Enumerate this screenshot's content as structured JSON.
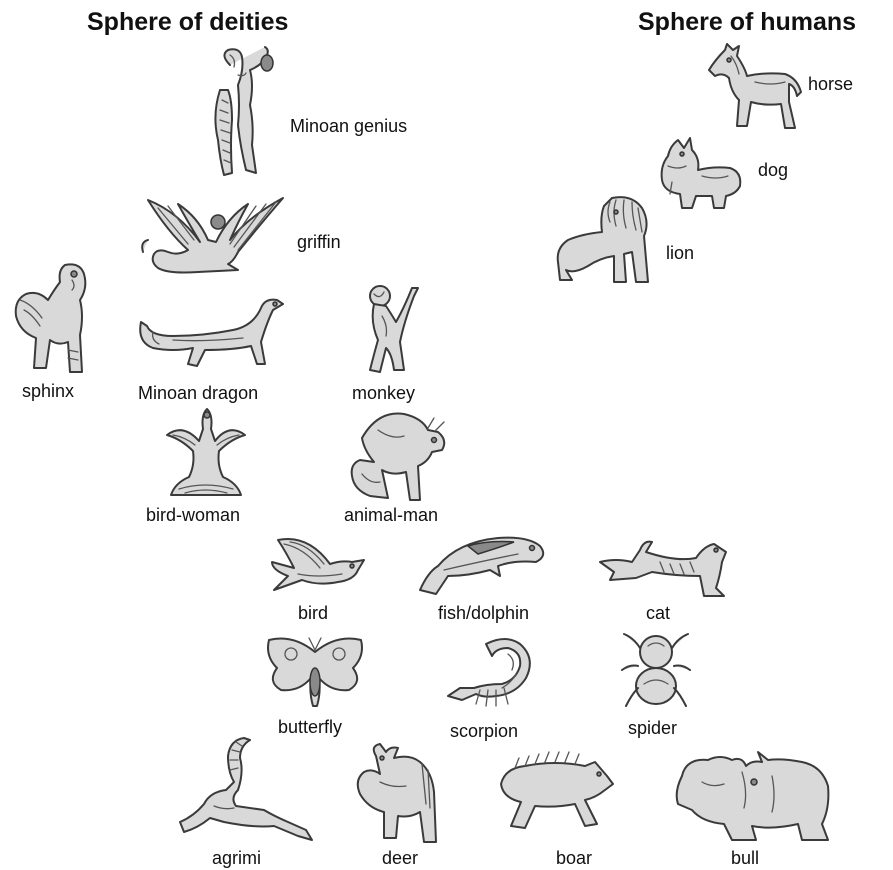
{
  "headings": {
    "deities": "Sphere of deities",
    "humans": "Sphere of humans"
  },
  "figures": [
    {
      "id": "minoan-genius",
      "label": "Minoan genius",
      "icon": "minoan-genius-icon"
    },
    {
      "id": "griffin",
      "label": "griffin",
      "icon": "griffin-icon"
    },
    {
      "id": "sphinx",
      "label": "sphinx",
      "icon": "sphinx-icon"
    },
    {
      "id": "minoan-dragon",
      "label": "Minoan dragon",
      "icon": "dragon-icon"
    },
    {
      "id": "monkey",
      "label": "monkey",
      "icon": "monkey-icon"
    },
    {
      "id": "bird-woman",
      "label": "bird-woman",
      "icon": "bird-woman-icon"
    },
    {
      "id": "animal-man",
      "label": "animal-man",
      "icon": "animal-man-icon"
    },
    {
      "id": "bird",
      "label": "bird",
      "icon": "bird-icon"
    },
    {
      "id": "fish-dolphin",
      "label": "fish/dolphin",
      "icon": "dolphin-icon"
    },
    {
      "id": "cat",
      "label": "cat",
      "icon": "cat-icon"
    },
    {
      "id": "butterfly",
      "label": "butterfly",
      "icon": "butterfly-icon"
    },
    {
      "id": "scorpion",
      "label": "scorpion",
      "icon": "scorpion-icon"
    },
    {
      "id": "spider",
      "label": "spider",
      "icon": "spider-icon"
    },
    {
      "id": "agrimi",
      "label": "agrimi",
      "icon": "agrimi-icon"
    },
    {
      "id": "deer",
      "label": "deer",
      "icon": "deer-icon"
    },
    {
      "id": "boar",
      "label": "boar",
      "icon": "boar-icon"
    },
    {
      "id": "bull",
      "label": "bull",
      "icon": "bull-icon"
    },
    {
      "id": "horse",
      "label": "horse",
      "icon": "horse-icon"
    },
    {
      "id": "dog",
      "label": "dog",
      "icon": "dog-icon"
    },
    {
      "id": "lion",
      "label": "lion",
      "icon": "lion-icon"
    }
  ]
}
